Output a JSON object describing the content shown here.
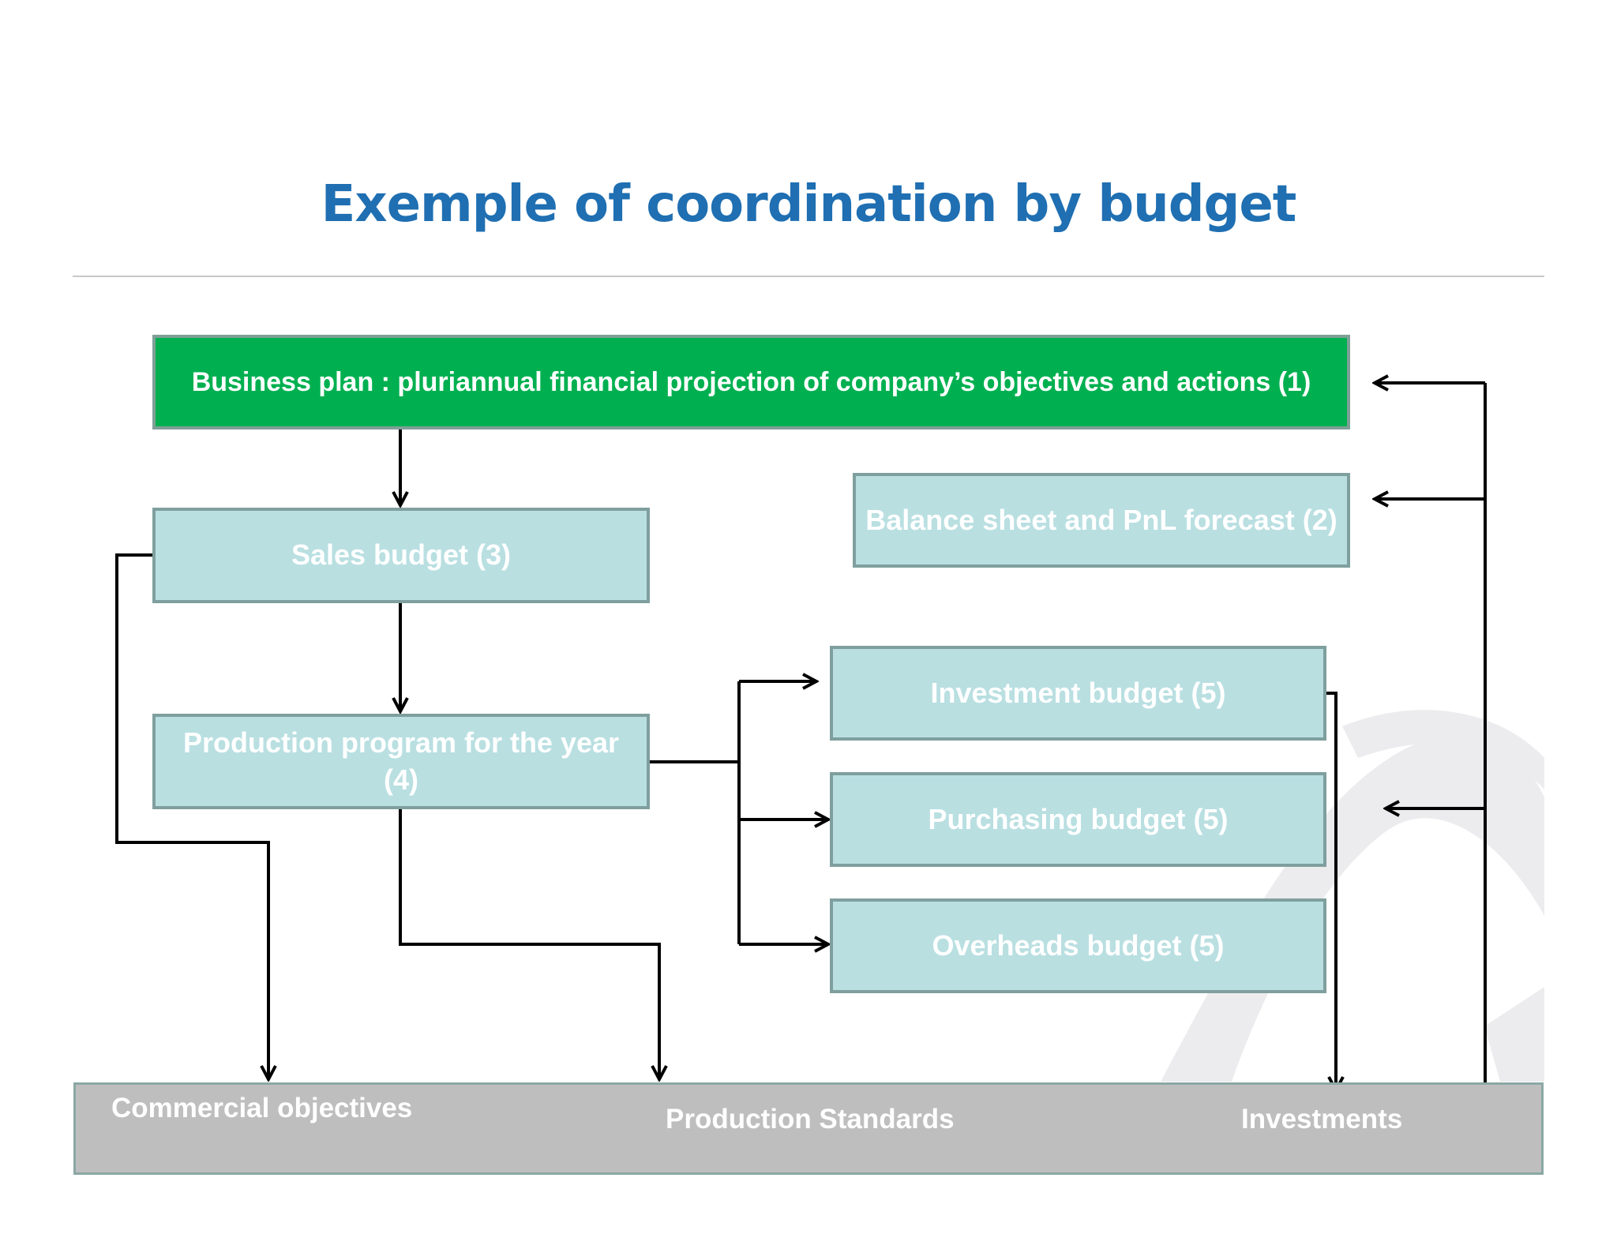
{
  "title": "Exemple of coordination by budget",
  "colors": {
    "title": "#1f6fb2",
    "business_plan_fill": "#00b050",
    "budget_box_fill": "#b9dfe1",
    "box_border": "#7f9f9e",
    "bottom_band_fill": "#bfbebf",
    "arrow": "#000000"
  },
  "boxes": {
    "business_plan": "Business plan : pluriannual financial projection of company’s objectives and actions (1)",
    "balance_sheet": "Balance sheet and PnL forecast (2)",
    "sales_budget": "Sales budget (3)",
    "production_program": "Production program for the year (4)",
    "investment_budget": "Investment budget (5)",
    "purchasing_budget": "Purchasing budget (5)",
    "overheads_budget": "Overheads budget (5)"
  },
  "bottom": {
    "commercial_objectives": "Commercial objectives",
    "production_standards": "Production Standards",
    "investments": "Investments"
  }
}
